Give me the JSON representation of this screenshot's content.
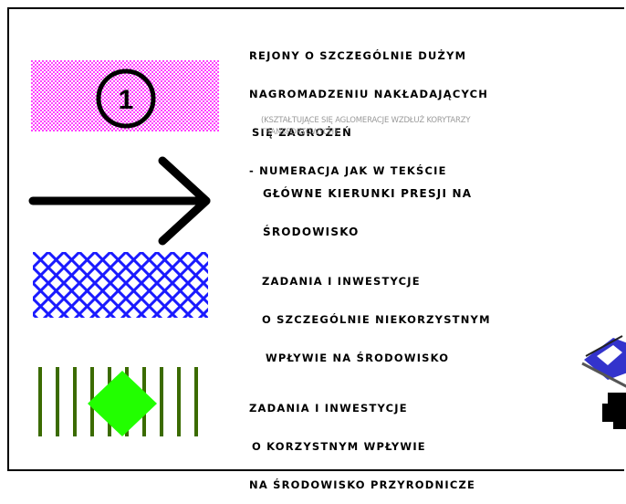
{
  "legend": {
    "item1": {
      "lines": [
        "REJONY O SZCZEGÓLNIE DUŻYM",
        "NAGROMADZENIU NAKŁADAJĄCYCH",
        "SIĘ ZAGROŻEŃ",
        "- NUMERACJA JAK W TEKŚCIE"
      ],
      "symbol_number": "1",
      "note_lines": [
        "(KSZTAŁTUJĄCE SIĘ AGLOMERACJE WZDŁUŻ KORYTARZY",
        "TRANSPORTOWYCH)"
      ],
      "fill_color": "#ff44ff"
    },
    "item2": {
      "lines": [
        "GŁÓWNE KIERUNKI PRESJI NA",
        "ŚRODOWISKO"
      ],
      "arrow_color": "#000000"
    },
    "item3": {
      "lines": [
        "ZADANIA I INWESTYCJE",
        "O SZCZEGÓLNIE NIEKORZYSTNYM",
        "WPŁYWIE NA ŚRODOWISKO"
      ],
      "hatch_color": "#1a1aff"
    },
    "item4": {
      "lines": [
        "ZADANIA I INWESTYCJE",
        "O KORZYSTNYM WPŁYWIE",
        "NA ŚRODOWISKO PRZYRODNICZE"
      ],
      "stripe_color": "#3b6b00",
      "diamond_color": "#22ff00"
    }
  }
}
